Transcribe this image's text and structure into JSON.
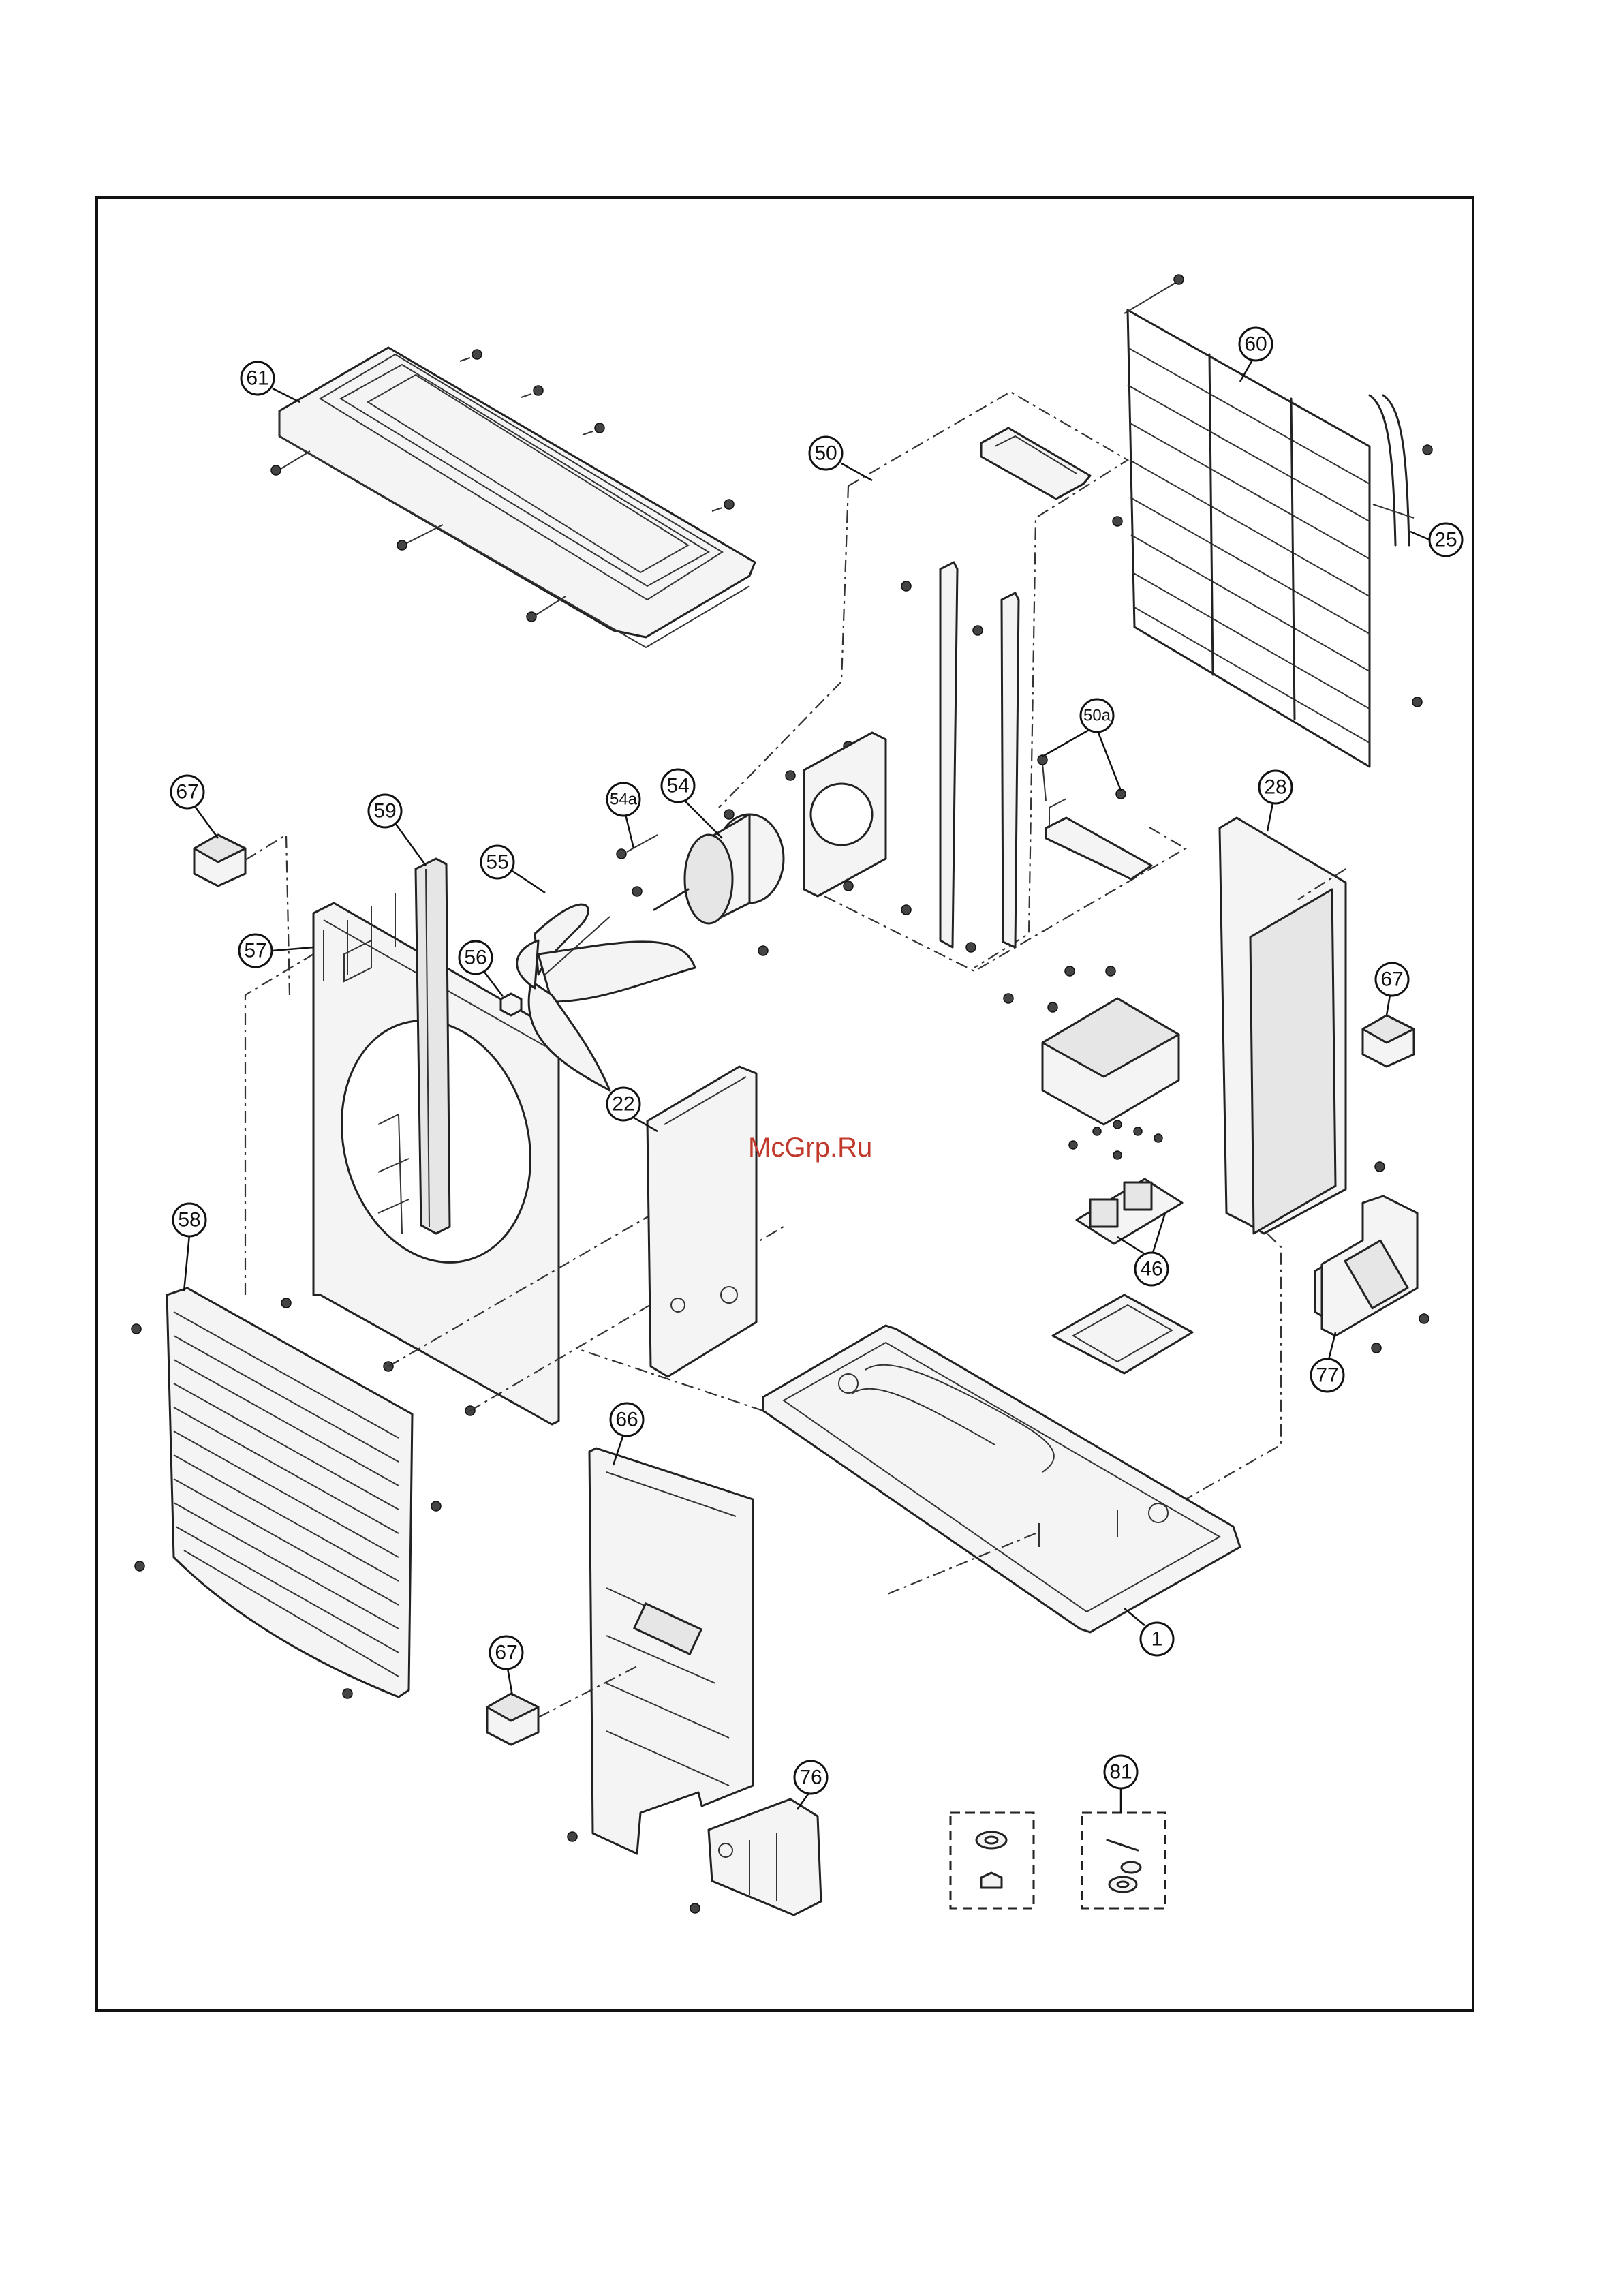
{
  "diagram": {
    "watermark": "McGrp.Ru",
    "part_numbers": [
      {
        "id": "61",
        "label": "61"
      },
      {
        "id": "50",
        "label": "50"
      },
      {
        "id": "60",
        "label": "60"
      },
      {
        "id": "25",
        "label": "25"
      },
      {
        "id": "50a",
        "label": "50a"
      },
      {
        "id": "67a",
        "label": "67"
      },
      {
        "id": "59",
        "label": "59"
      },
      {
        "id": "54a",
        "label": "54a"
      },
      {
        "id": "54",
        "label": "54"
      },
      {
        "id": "55",
        "label": "55"
      },
      {
        "id": "57",
        "label": "57"
      },
      {
        "id": "56",
        "label": "56"
      },
      {
        "id": "28",
        "label": "28"
      },
      {
        "id": "67b",
        "label": "67"
      },
      {
        "id": "22",
        "label": "22"
      },
      {
        "id": "58",
        "label": "58"
      },
      {
        "id": "46",
        "label": "46"
      },
      {
        "id": "77",
        "label": "77"
      },
      {
        "id": "66",
        "label": "66"
      },
      {
        "id": "1",
        "label": "1"
      },
      {
        "id": "67c",
        "label": "67"
      },
      {
        "id": "76",
        "label": "76"
      },
      {
        "id": "81",
        "label": "81"
      }
    ]
  }
}
